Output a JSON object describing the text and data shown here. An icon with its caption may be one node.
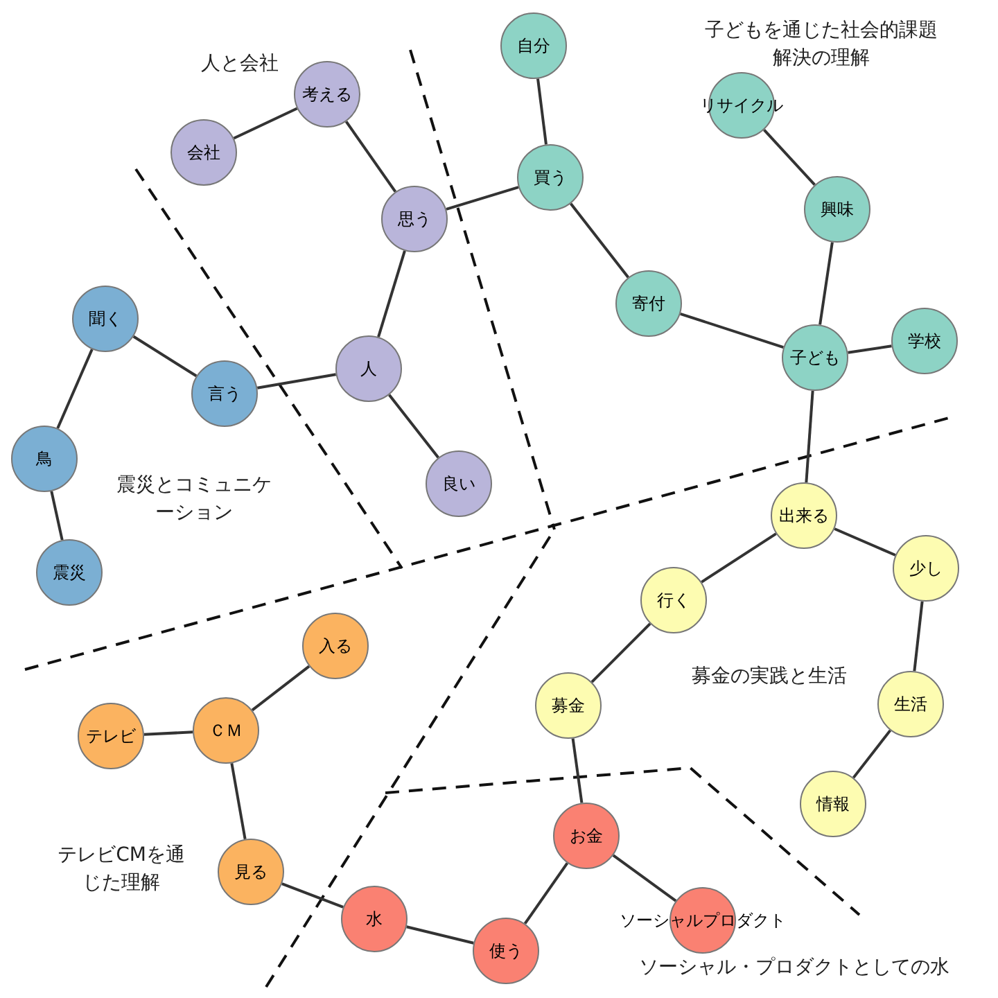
{
  "diagram": {
    "nodes": [
      {
        "text": [
          "考える"
        ]
      },
      {
        "text": [
          "会社"
        ]
      },
      {
        "text": [
          "思う"
        ]
      },
      {
        "text": [
          "人"
        ]
      },
      {
        "text": [
          "良い"
        ]
      },
      {
        "text": [
          "自分"
        ]
      },
      {
        "text": [
          "買う"
        ]
      },
      {
        "text": [
          "リサイクル"
        ]
      },
      {
        "text": [
          "興味"
        ]
      },
      {
        "text": [
          "寄付"
        ]
      },
      {
        "text": [
          "子ども"
        ]
      },
      {
        "text": [
          "学校"
        ]
      },
      {
        "text": [
          "聞く"
        ]
      },
      {
        "text": [
          "言う"
        ]
      },
      {
        "text": [
          "鳥"
        ]
      },
      {
        "text": [
          "震災"
        ]
      },
      {
        "text": [
          "出来る"
        ]
      },
      {
        "text": [
          "少し"
        ]
      },
      {
        "text": [
          "行く"
        ]
      },
      {
        "text": [
          "生活"
        ]
      },
      {
        "text": [
          "募金"
        ]
      },
      {
        "text": [
          "情報"
        ]
      },
      {
        "text": [
          "入る"
        ]
      },
      {
        "text": [
          "ＣＭ"
        ]
      },
      {
        "text": [
          "テレビ"
        ]
      },
      {
        "text": [
          "見る"
        ]
      },
      {
        "text": [
          "お金"
        ]
      },
      {
        "text": [
          "ソーシャルプロダクト"
        ]
      },
      {
        "text": [
          "水"
        ]
      },
      {
        "text": [
          "使う"
        ]
      }
    ],
    "edges": [
      {
        "from": 1,
        "to": 0,
        "arrow": "none"
      },
      {
        "from": 0,
        "to": 2,
        "arrow": "none"
      },
      {
        "from": 2,
        "to": 3,
        "arrow": "none"
      },
      {
        "from": 2,
        "to": 6,
        "arrow": "none"
      },
      {
        "from": 3,
        "to": 13,
        "arrow": "none"
      },
      {
        "from": 3,
        "to": 4,
        "arrow": "none"
      },
      {
        "from": 13,
        "to": 12,
        "arrow": "none"
      },
      {
        "from": 12,
        "to": 14,
        "arrow": "none"
      },
      {
        "from": 14,
        "to": 15,
        "arrow": "none"
      },
      {
        "from": 5,
        "to": 6,
        "arrow": "none"
      },
      {
        "from": 6,
        "to": 9,
        "arrow": "none"
      },
      {
        "from": 9,
        "to": 10,
        "arrow": "none"
      },
      {
        "from": 7,
        "to": 8,
        "arrow": "none"
      },
      {
        "from": 8,
        "to": 10,
        "arrow": "none"
      },
      {
        "from": 10,
        "to": 11,
        "arrow": "none"
      },
      {
        "from": 10,
        "to": 16,
        "arrow": "none"
      },
      {
        "from": 16,
        "to": 18,
        "arrow": "none"
      },
      {
        "from": 16,
        "to": 17,
        "arrow": "none"
      },
      {
        "from": 17,
        "to": 19,
        "arrow": "none"
      },
      {
        "from": 19,
        "to": 21,
        "arrow": "none"
      },
      {
        "from": 18,
        "to": 20,
        "arrow": "none"
      },
      {
        "from": 20,
        "to": 26,
        "arrow": "none"
      },
      {
        "from": 26,
        "to": 29,
        "arrow": "none"
      },
      {
        "from": 26,
        "to": 27,
        "arrow": "none"
      },
      {
        "from": 29,
        "to": 28,
        "arrow": "none"
      },
      {
        "from": 28,
        "to": 25,
        "arrow": "none"
      },
      {
        "from": 25,
        "to": 23,
        "arrow": "none"
      },
      {
        "from": 23,
        "to": 24,
        "arrow": "none"
      },
      {
        "from": 23,
        "to": 22,
        "arrow": "none"
      }
    ],
    "labels": [
      "人と会社",
      "子どもを通じた社会的課題解決の理解",
      "震災とコミュニケーション",
      "募金の実践と生活",
      "テレビCMを通じた理解",
      "ソーシャル・プロダクトとしての水"
    ]
  }
}
